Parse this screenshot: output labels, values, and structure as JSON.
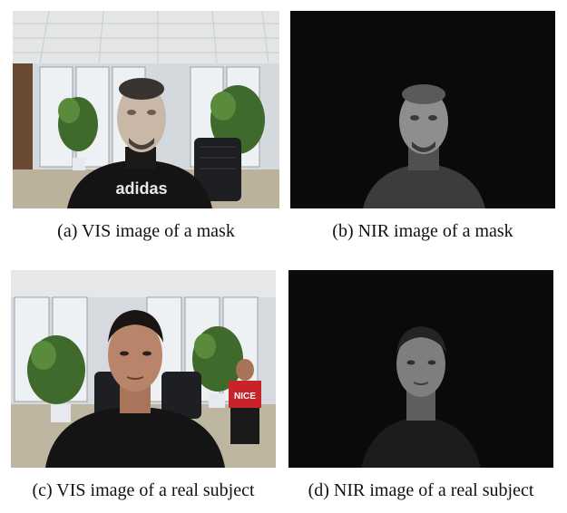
{
  "figure": {
    "panels": [
      {
        "id": "a",
        "caption": "(a)  VIS image of a mask",
        "kind": "vis",
        "subject": "mask"
      },
      {
        "id": "b",
        "caption": "(b)  NIR image of a mask",
        "kind": "nir",
        "subject": "mask"
      },
      {
        "id": "c",
        "caption": "(c)  VIS image of a real subject",
        "kind": "vis",
        "subject": "real"
      },
      {
        "id": "d",
        "caption": "(d)  NIR image of a real subject",
        "kind": "nir",
        "subject": "real"
      }
    ],
    "shirt_text": {
      "a": "adidas",
      "c_background_person": "NICE"
    }
  },
  "colors": {
    "background": "#ffffff",
    "nir_background": "#0a0a0a",
    "wall": "#d8dce0",
    "floor": "#b8ae9a",
    "shirt_black": "#141414",
    "shirt_red": "#c8232a",
    "skin_mask": "#c9b8a8",
    "skin_real": "#b8846a",
    "plant": "#3f6a2c"
  }
}
